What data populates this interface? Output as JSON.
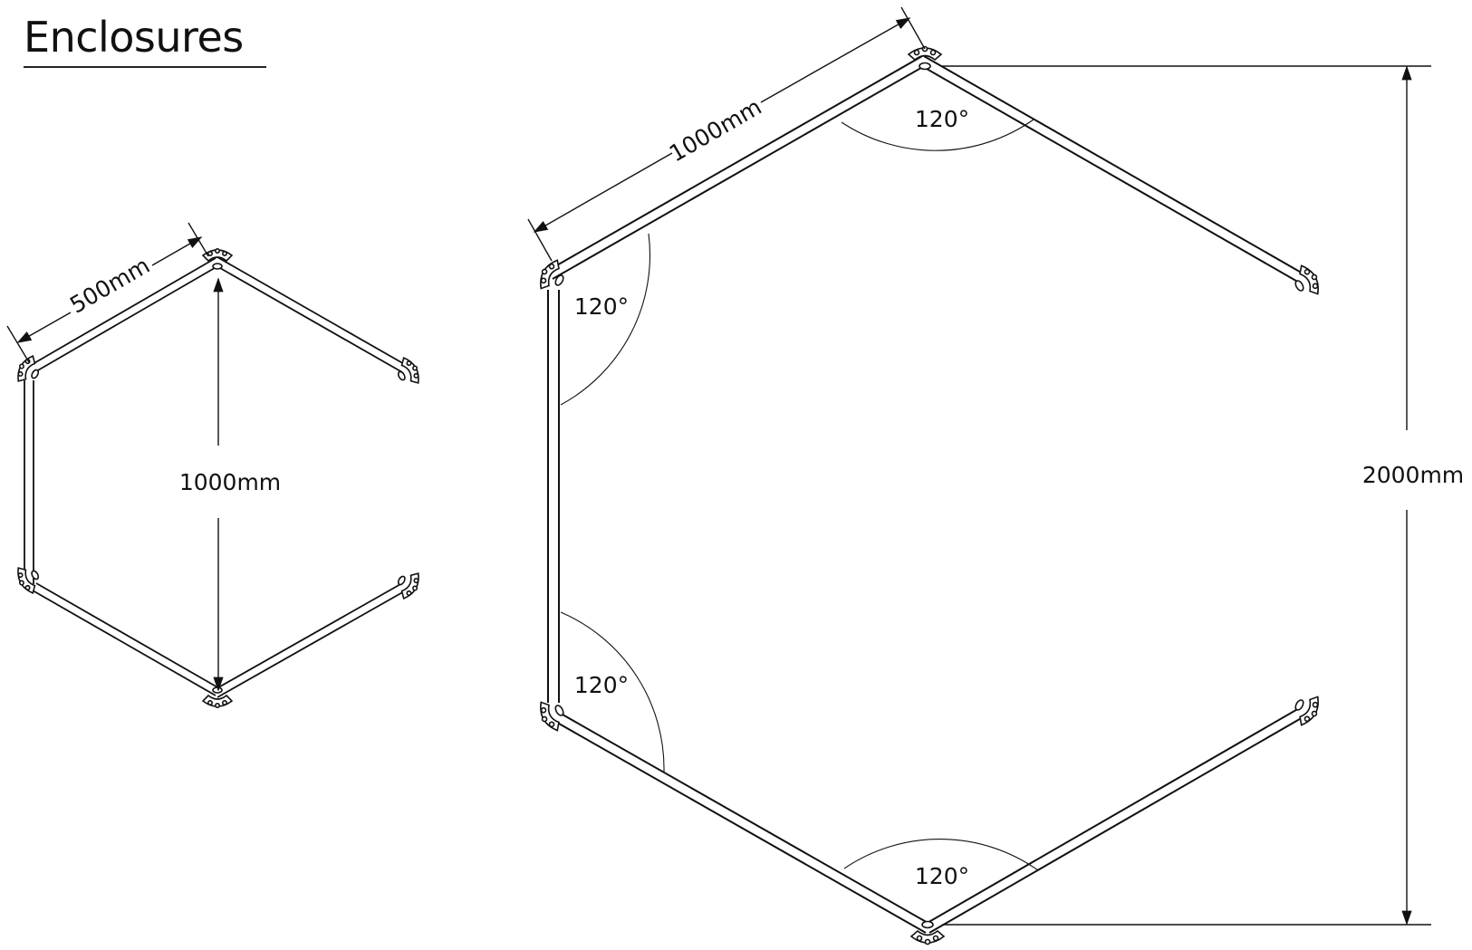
{
  "title": "Enclosures",
  "small_enclosure": {
    "side_label": "500mm",
    "height_label": "1000mm"
  },
  "large_enclosure": {
    "side_label": "1000mm",
    "height_label": "2000mm",
    "angle_labels": [
      "120°",
      "120°",
      "120°",
      "120°"
    ]
  }
}
